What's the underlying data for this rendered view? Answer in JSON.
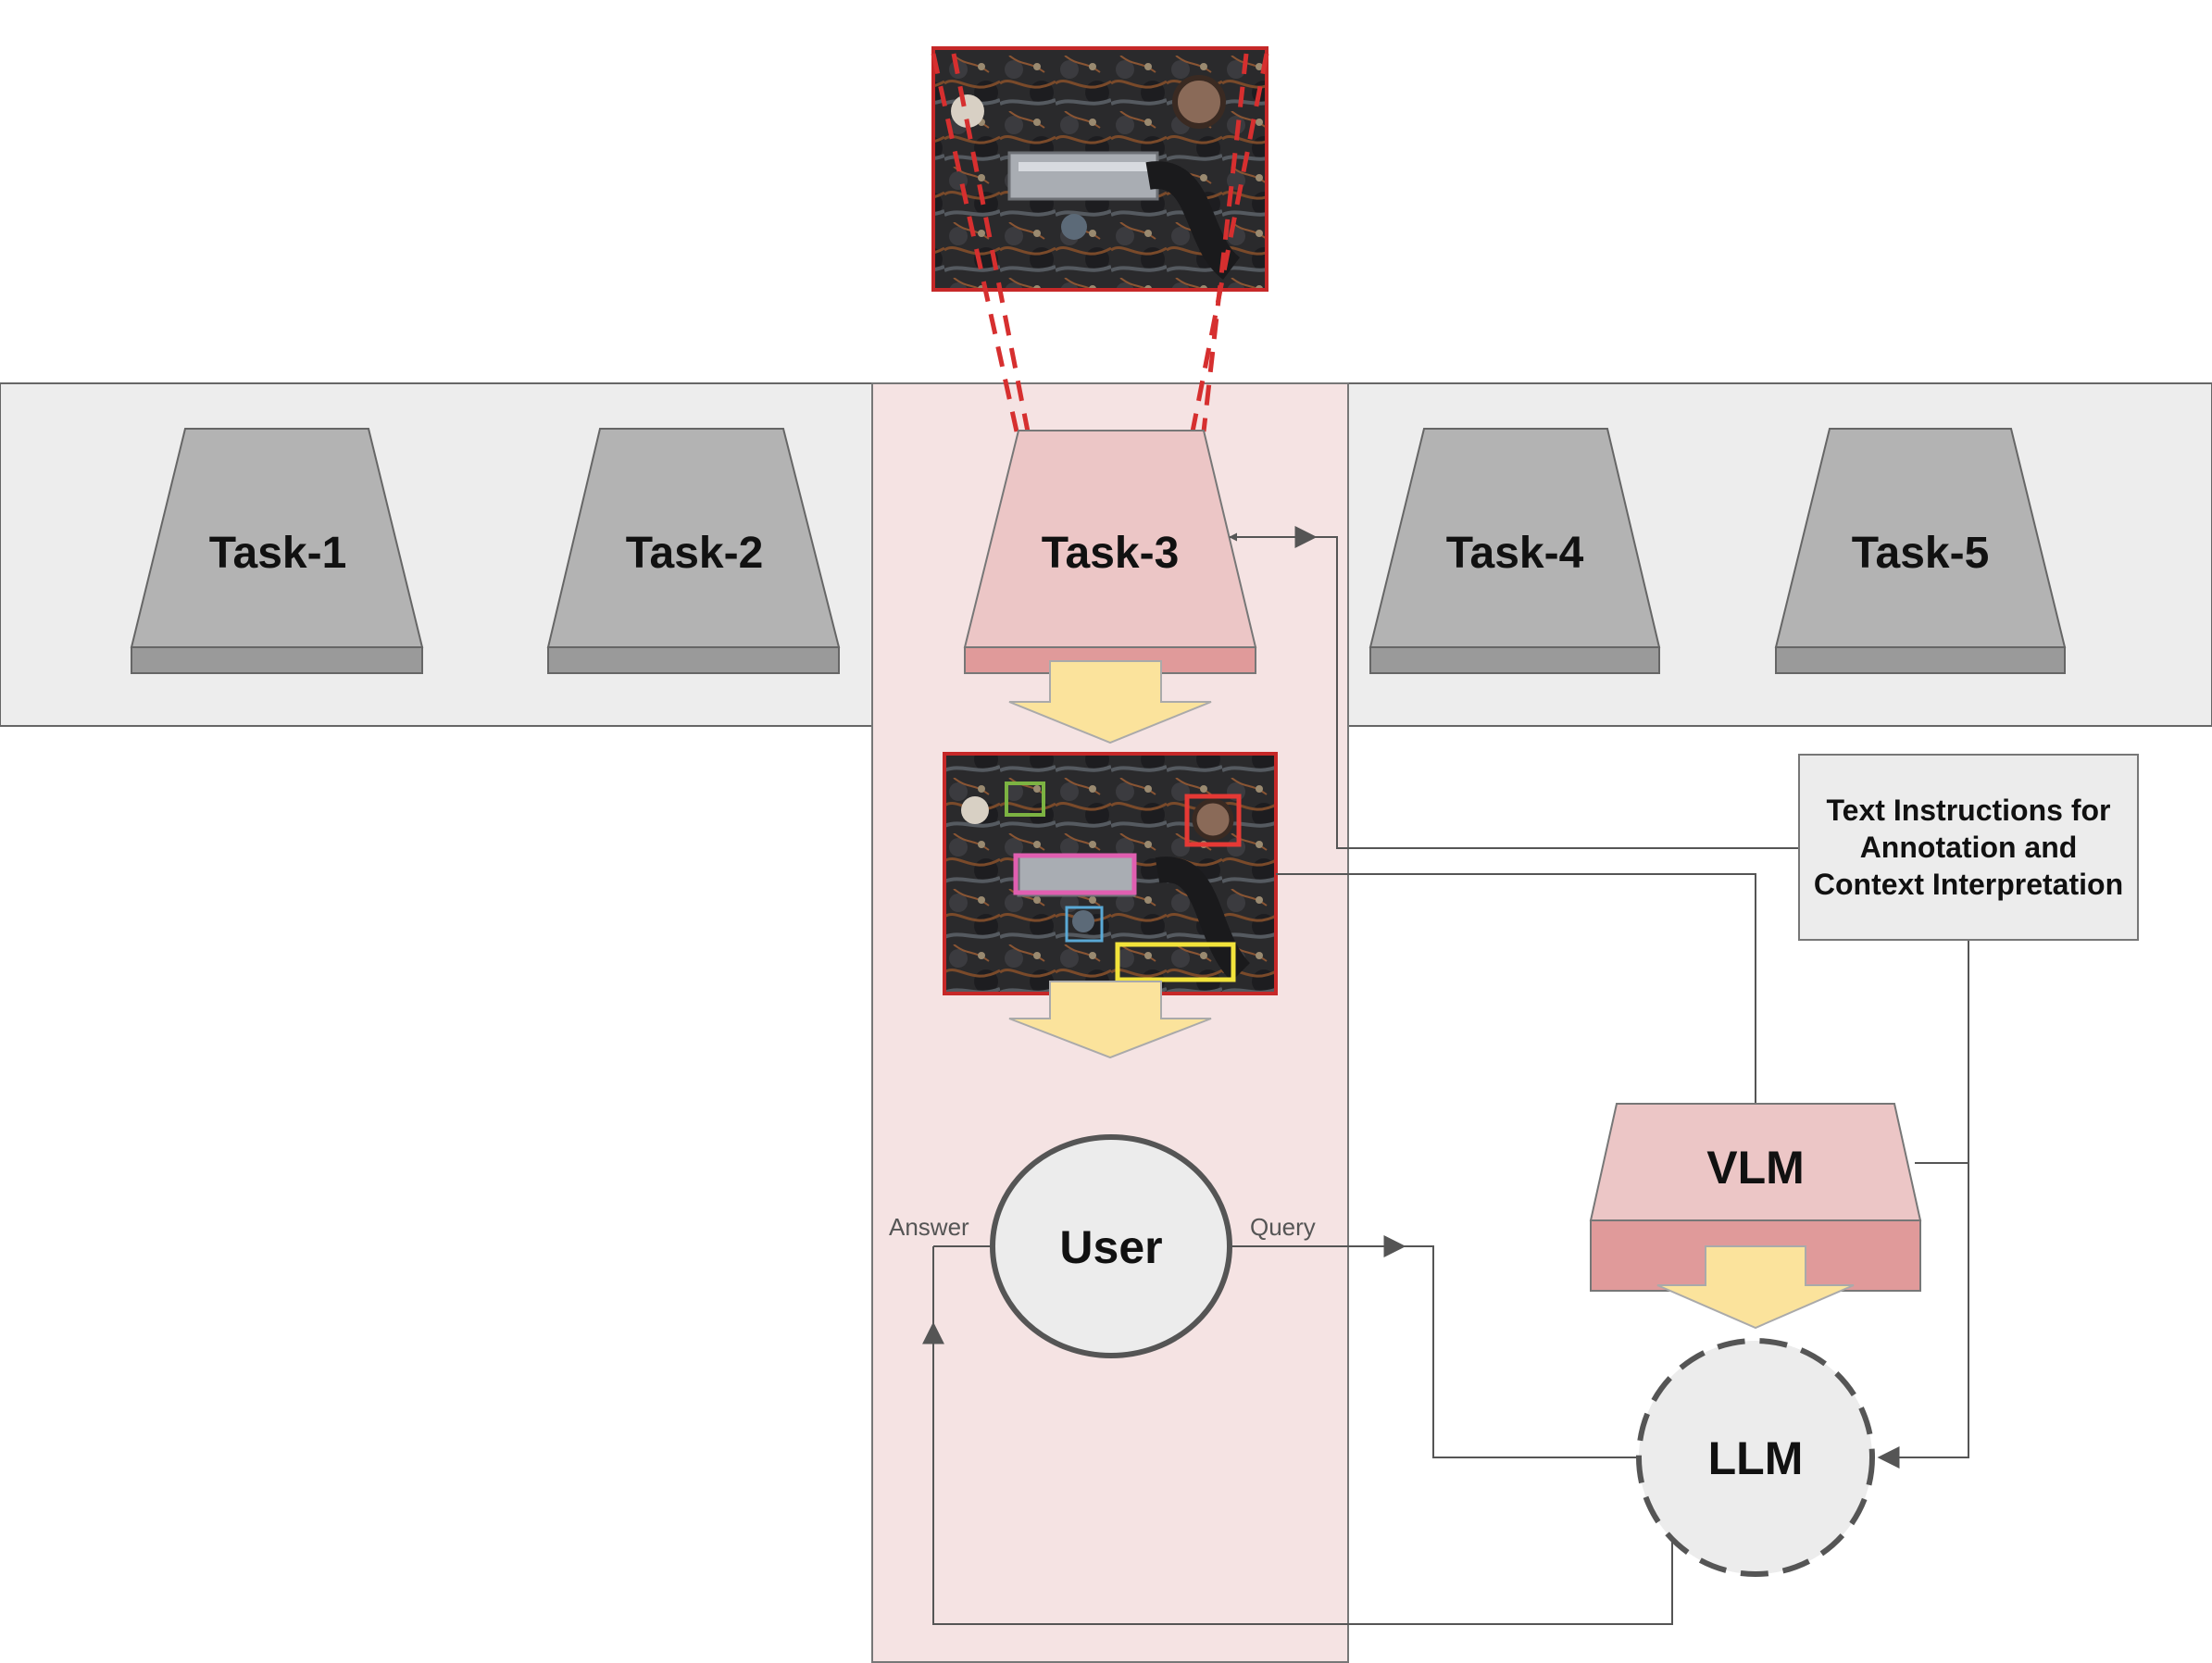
{
  "tasks": [
    {
      "label": "Task-1"
    },
    {
      "label": "Task-2"
    },
    {
      "label": "Task-3"
    },
    {
      "label": "Task-4"
    },
    {
      "label": "Task-5"
    }
  ],
  "nodes": {
    "user": "User",
    "vlm": "VLM",
    "llm": "LLM"
  },
  "edges": {
    "answer": "Answer",
    "query": "Query"
  },
  "instructions": "Text Instructions for Annotation and Context Interpretation",
  "annotation_box_colors": [
    "#7cb342",
    "#e53935",
    "#e05fb0",
    "#5aa9d6",
    "#f2e33b"
  ],
  "colors": {
    "band": "#ededed",
    "highlight_column": "#f5e3e3",
    "active_task": "#ecc6c6",
    "active_task_base": "#e09a9a",
    "inactive_task": "#b3b3b3",
    "inactive_task_base": "#9a9a9a",
    "arrow_fill": "#fbe39c",
    "red_border": "#c62828"
  }
}
